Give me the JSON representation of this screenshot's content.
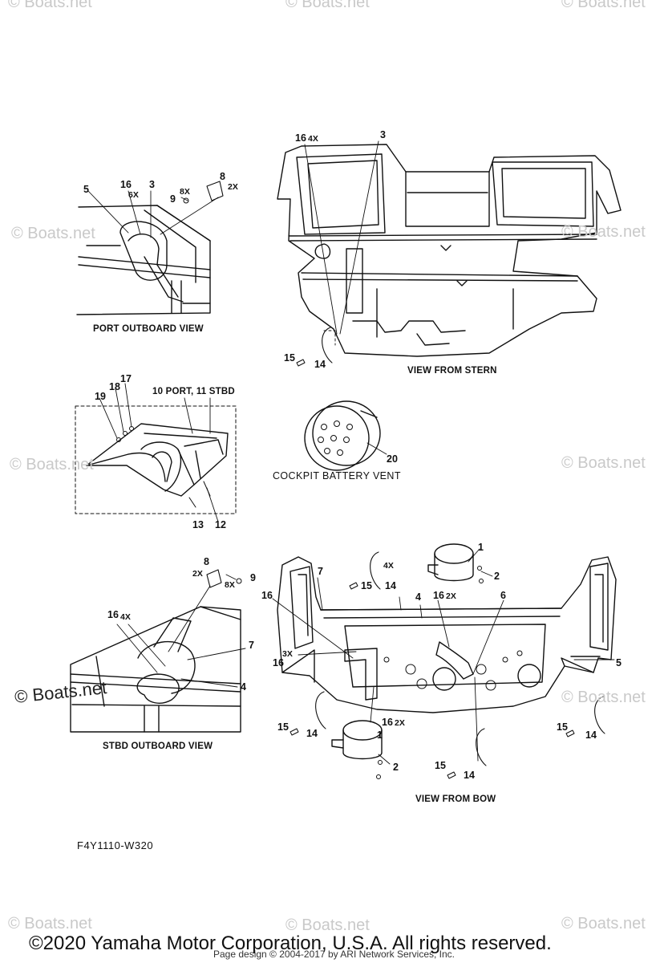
{
  "watermark": "© Boats.net",
  "watermark_strong": "© Boats.net",
  "views": {
    "port_outboard": "PORT OUTBOARD VIEW",
    "from_stern": "VIEW FROM STERN",
    "cockpit_vent": "COCKPIT BATTERY VENT",
    "stbd_outboard": "STBD OUTBOARD VIEW",
    "from_bow": "VIEW FROM BOW"
  },
  "callouts": {
    "port": {
      "n5": "5",
      "n16": "16",
      "m6x": "6X",
      "n3": "3",
      "n9": "9",
      "m8x": "8X",
      "n8": "8",
      "m2x": "2X"
    },
    "stern": {
      "n16": "16",
      "m4x": "4X",
      "n3": "3",
      "n15": "15",
      "n14": "14"
    },
    "duct": {
      "n19": "19",
      "n18": "18",
      "n17": "17",
      "port_label": "10 PORT, 11 STBD",
      "n13": "13",
      "n12": "12"
    },
    "vent": {
      "n20": "20"
    },
    "stbd": {
      "n8": "8",
      "m2x": "2X",
      "m8x": "8X",
      "n9": "9",
      "n16": "16",
      "m4x": "4X",
      "n7": "7",
      "n4": "4"
    },
    "bow": {
      "n1a": "1",
      "n2a": "2",
      "m4x": "4X",
      "n15a": "15",
      "n14a": "14",
      "n7": "7",
      "n4": "4",
      "n16a": "16",
      "m2xa": "2X",
      "n6": "6",
      "n16b": "16",
      "m3x": "3X",
      "n16c": "16",
      "n5": "5",
      "n16d": "16",
      "m2xb": "2X",
      "n15b": "15",
      "n14b": "14",
      "n1b": "1",
      "n2b": "2",
      "n15c": "15",
      "n14c": "14",
      "n15d": "15",
      "n14d": "14"
    }
  },
  "drawing_code": "F4Y1110-W320",
  "copyright": "©2020 Yamaha Motor Corporation, U.S.A. All rights reserved.",
  "page_design": "Page design © 2004-2017 by ARI Network Services, Inc."
}
